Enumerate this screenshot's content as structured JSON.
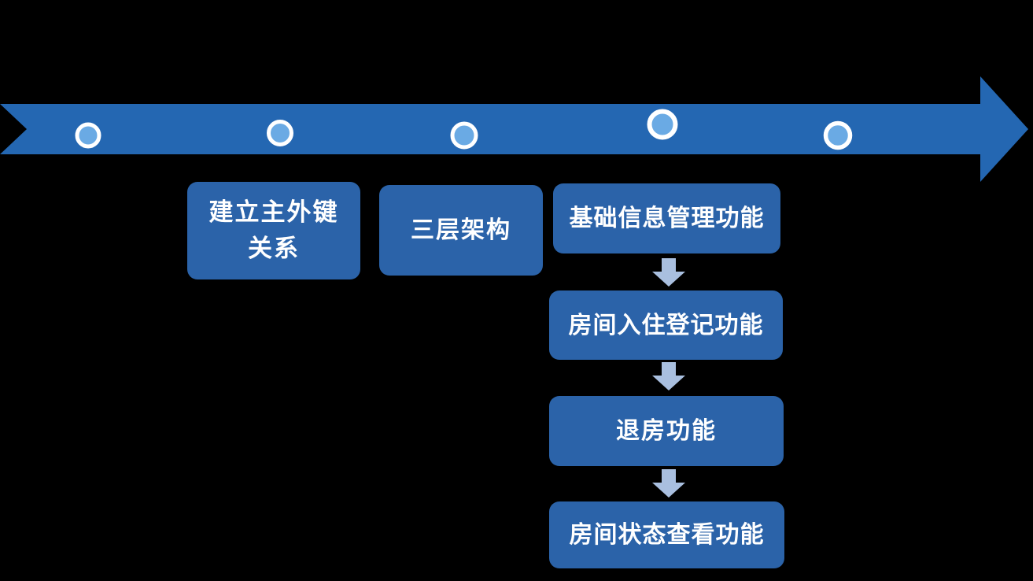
{
  "slide": {
    "background": "#000000"
  },
  "colors": {
    "background": "#000000",
    "arrow": "#2467B2",
    "box": "#2B63A9",
    "box_text": "#FFFFFF",
    "marker_fill": "#6AAAE4",
    "marker_ring": "#FFFFFF",
    "connector": "#A9BFDF"
  },
  "timeline": {
    "direction": "left-to-right",
    "milestone_count": 5
  },
  "steps": [
    {
      "id": "establish-keys",
      "label": "建立主外键关系",
      "line1": "建立主外键",
      "line2": "关系"
    },
    {
      "id": "three-tier-architecture",
      "label": "三层架构"
    },
    {
      "id": "basic-info-management",
      "label": "基础信息管理功能"
    },
    {
      "id": "room-check-in-registration",
      "label": "房间入住登记功能"
    },
    {
      "id": "check-out",
      "label": "退房功能"
    },
    {
      "id": "room-status-view",
      "label": "房间状态查看功能"
    }
  ]
}
